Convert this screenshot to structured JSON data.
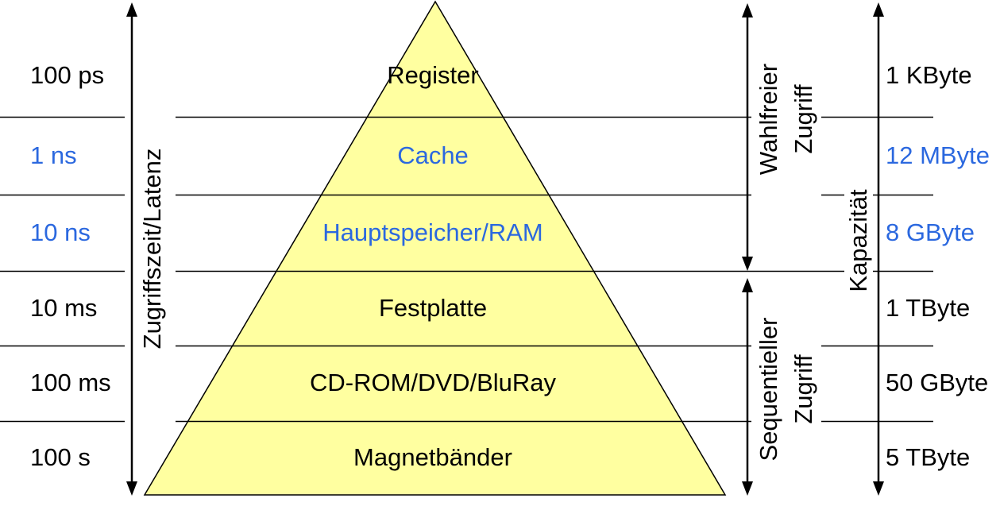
{
  "colors": {
    "pyramid_fill": "#FFFFA0",
    "outline": "#000000",
    "accent_blue": "#2B68DF",
    "text_black": "#000000"
  },
  "axis_labels": {
    "latency": "Zugriffszeit/Latenz",
    "random_access_line1": "Wahlfreier",
    "random_access_line2": "Zugriff",
    "sequential_access_line1": "Sequentieller",
    "sequential_access_line2": "Zugriff",
    "capacity": "Kapazität"
  },
  "levels": [
    {
      "name": "Register",
      "access_time": "100 ps",
      "capacity": "1 KByte",
      "name_color": "#000000",
      "time_color": "#000000",
      "capacity_color": "#000000"
    },
    {
      "name": "Cache",
      "access_time": "1 ns",
      "capacity": "12 MByte",
      "name_color": "#2B68DF",
      "time_color": "#2B68DF",
      "capacity_color": "#2B68DF"
    },
    {
      "name": "Hauptspeicher/RAM",
      "access_time": "10 ns",
      "capacity": "8 GByte",
      "name_color": "#2B68DF",
      "time_color": "#2B68DF",
      "capacity_color": "#2B68DF"
    },
    {
      "name": "Festplatte",
      "access_time": "10 ms",
      "capacity": "1 TByte",
      "name_color": "#000000",
      "time_color": "#000000",
      "capacity_color": "#000000"
    },
    {
      "name": "CD-ROM/DVD/BluRay",
      "access_time": "100 ms",
      "capacity": "50 GByte",
      "name_color": "#000000",
      "time_color": "#000000",
      "capacity_color": "#000000"
    },
    {
      "name": "Magnetbänder",
      "access_time": "100 s",
      "capacity": "5 TByte",
      "name_color": "#000000",
      "time_color": "#000000",
      "capacity_color": "#000000"
    }
  ]
}
